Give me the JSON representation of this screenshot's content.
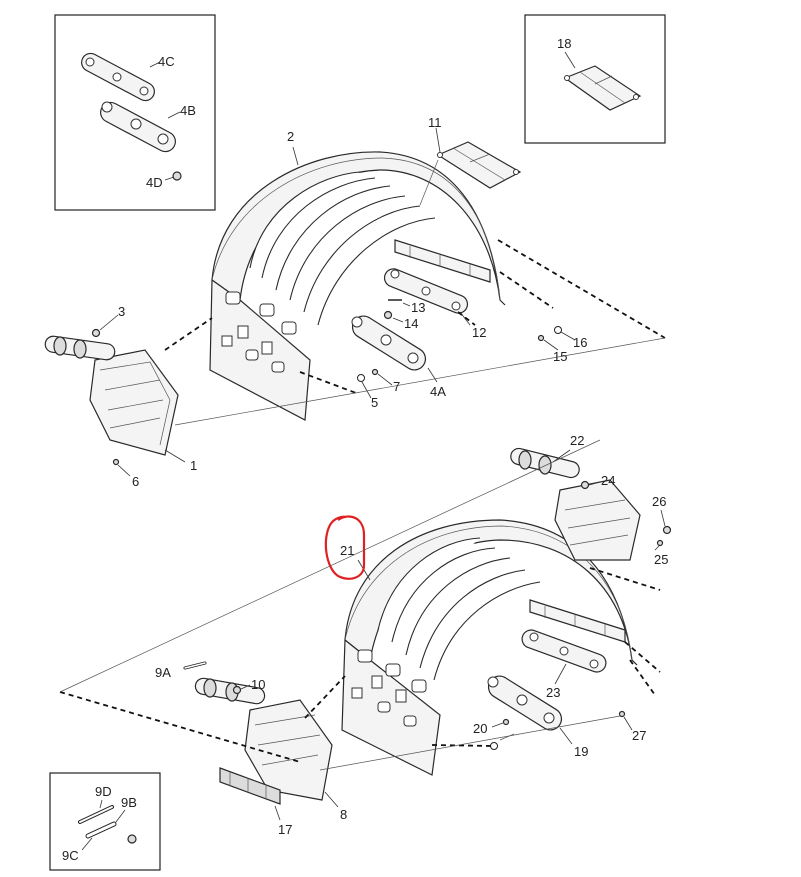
{
  "callouts": {
    "c1": "1",
    "c2": "2",
    "c3": "3",
    "c4A": "4A",
    "c4B": "4B",
    "c4C": "4C",
    "c4D": "4D",
    "c5": "5",
    "c6": "6",
    "c7": "7",
    "c8": "8",
    "c9A": "9A",
    "c9B": "9B",
    "c9C": "9C",
    "c9D": "9D",
    "c10": "10",
    "c11": "11",
    "c12": "12",
    "c13": "13",
    "c14": "14",
    "c15": "15",
    "c16": "16",
    "c17": "17",
    "c18": "18",
    "c19": "19",
    "c20": "20",
    "c21": "21",
    "c22": "22",
    "c23": "23",
    "c24": "24",
    "c25": "25",
    "c26": "26",
    "c27": "27"
  },
  "colors": {
    "highlight_circle": "#e02020",
    "line": "#222222"
  }
}
